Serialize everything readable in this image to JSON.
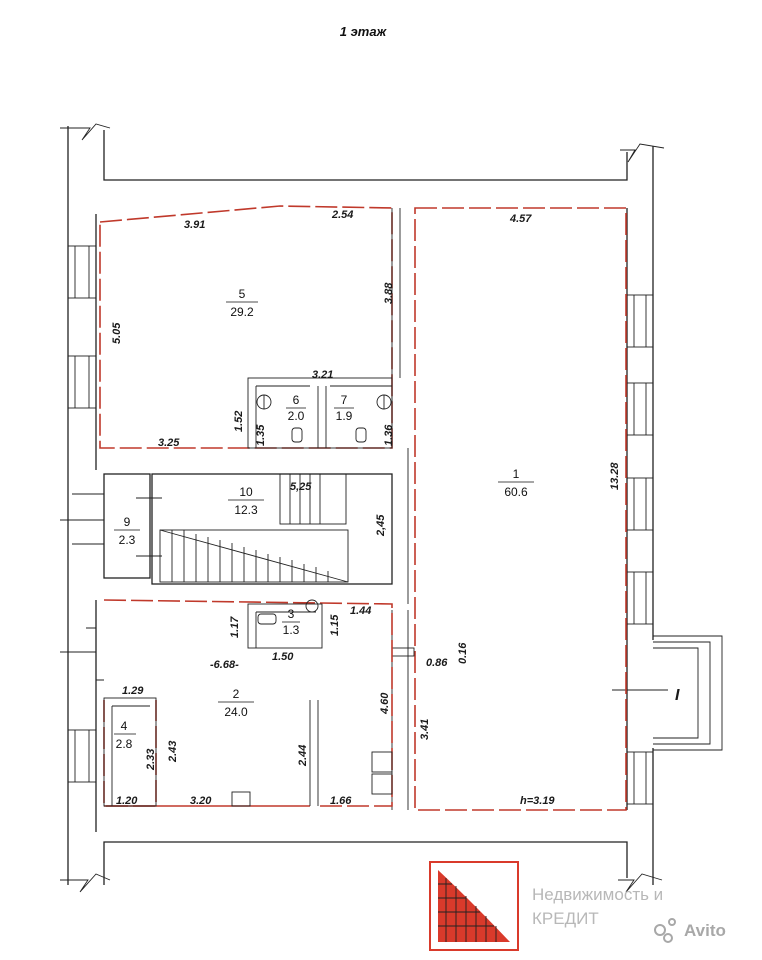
{
  "title": "1 этаж",
  "rooms": [
    {
      "id": "1",
      "number": "1",
      "area": "60.6"
    },
    {
      "id": "2",
      "number": "2",
      "area": "24.0"
    },
    {
      "id": "3",
      "number": "3",
      "area": "1.3"
    },
    {
      "id": "4",
      "number": "4",
      "area": "2.8"
    },
    {
      "id": "5",
      "number": "5",
      "area": "29.2"
    },
    {
      "id": "6",
      "number": "6",
      "area": "2.0"
    },
    {
      "id": "7",
      "number": "7",
      "area": "1.9"
    },
    {
      "id": "9",
      "number": "9",
      "area": "2.3"
    },
    {
      "id": "10",
      "number": "10",
      "area": "12.3"
    }
  ],
  "dims": {
    "d391": "3.91",
    "d254": "2.54",
    "d457": "4.57",
    "d388": "3.88",
    "d505": "5.05",
    "d321": "3.21",
    "d152": "1.52",
    "d135": "1.35",
    "d136": "1.36",
    "d325": "3.25",
    "d1328": "13.28",
    "d525": "5,25",
    "d245": "2,45",
    "d117": "1.17",
    "d115": "1.15",
    "d144": "1.44",
    "d150": "1.50",
    "d668": "-6.68-",
    "d086": "0.86",
    "d016": "0.16",
    "d129": "1.29",
    "d460": "4.60",
    "d243": "2.43",
    "d233": "2.33",
    "d244": "2.44",
    "d341": "3.41",
    "d120": "1.20",
    "d320": "3.20",
    "d166": "1.66",
    "h319": "h=3.19"
  },
  "entrance_label": "I",
  "watermark": {
    "line1": "Недвижимость и",
    "line2": "КРЕДИТ",
    "avito": "Avito"
  },
  "colors": {
    "wall": "#222222",
    "red_dashed": "#c0392b",
    "logo": "#d93a2b"
  }
}
